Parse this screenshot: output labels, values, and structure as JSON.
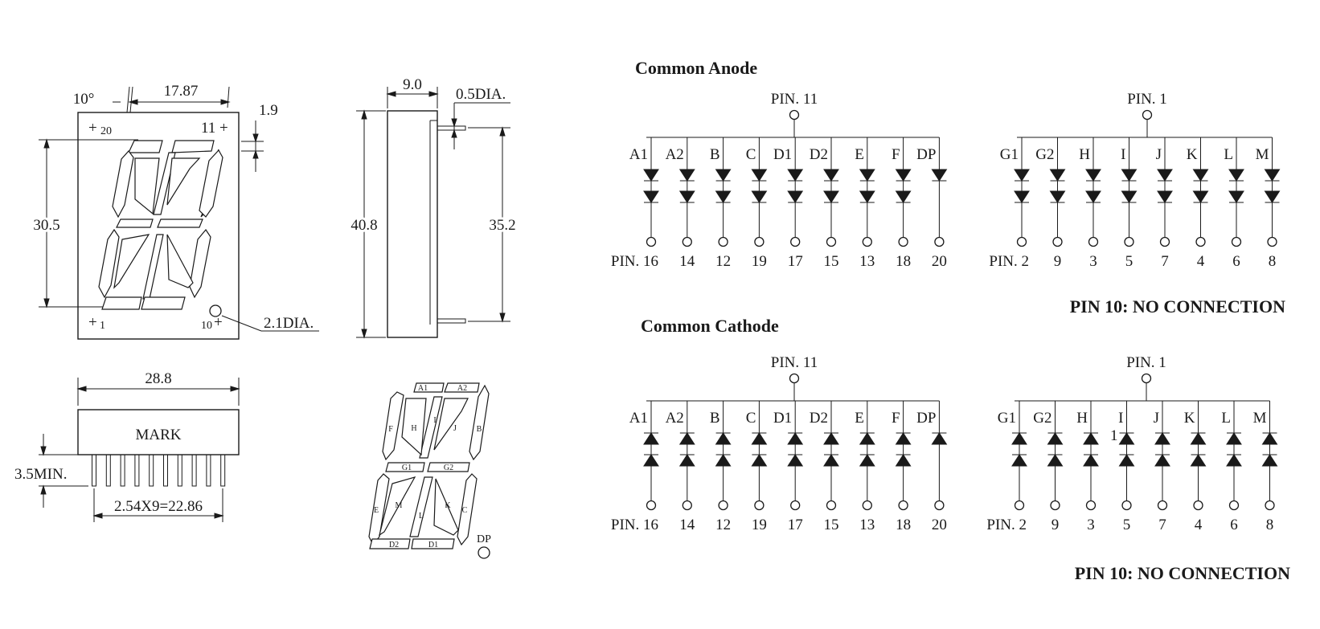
{
  "outline": {
    "angle": "10°",
    "width": "17.87",
    "pitch_offset": "1.9",
    "height": "30.5",
    "hole": "2.1DIA.",
    "corner_tl": "+",
    "corner_tl_num": "20",
    "corner_tr": "11 +",
    "corner_bl": "+",
    "corner_bl_num": "1",
    "corner_br_num": "10",
    "corner_br": "+"
  },
  "side": {
    "depth": "9.0",
    "pin_dia": "0.5DIA.",
    "height": "40.8",
    "pin_span": "35.2"
  },
  "bottom": {
    "width": "28.8",
    "mark": "MARK",
    "pin_len": "3.5MIN.",
    "pin_pitch": "2.54X9=22.86"
  },
  "segments": {
    "A1": "A1",
    "A2": "A2",
    "B": "B",
    "C": "C",
    "D1": "D1",
    "D2": "D2",
    "E": "E",
    "F": "F",
    "G1": "G1",
    "G2": "G2",
    "H": "H",
    "I": "I",
    "J": "J",
    "K": "K",
    "L": "L",
    "M": "M",
    "DP": "DP"
  },
  "anode": {
    "title": "Common Anode",
    "left": {
      "common": "PIN. 11",
      "labels": [
        "A1",
        "A2",
        "B",
        "C",
        "D1",
        "D2",
        "E",
        "F",
        "DP"
      ],
      "pins": [
        "PIN. 16",
        "14",
        "12",
        "19",
        "17",
        "15",
        "13",
        "18",
        "20"
      ]
    },
    "right": {
      "common": "PIN. 1",
      "labels": [
        "G1",
        "G2",
        "H",
        "I",
        "J",
        "K",
        "L",
        "M"
      ],
      "pins": [
        "PIN. 2",
        "9",
        "3",
        "5",
        "7",
        "4",
        "6",
        "8"
      ]
    },
    "note": "PIN 10: NO CONNECTION"
  },
  "cathode": {
    "title": "Common Cathode",
    "left": {
      "common": "PIN. 11",
      "labels": [
        "A1",
        "A2",
        "B",
        "C",
        "D1",
        "D2",
        "E",
        "F",
        "DP"
      ],
      "pins": [
        "PIN. 16",
        "14",
        "12",
        "19",
        "17",
        "15",
        "13",
        "18",
        "20"
      ]
    },
    "right": {
      "common": "PIN. 1",
      "labels": [
        "G1",
        "G2",
        "H",
        "I",
        "J",
        "K",
        "L",
        "M"
      ],
      "pins": [
        "PIN. 2",
        "9",
        "3",
        "5",
        "7",
        "4",
        "6",
        "8"
      ],
      "stray": "1"
    },
    "note": "PIN 10: NO CONNECTION"
  }
}
